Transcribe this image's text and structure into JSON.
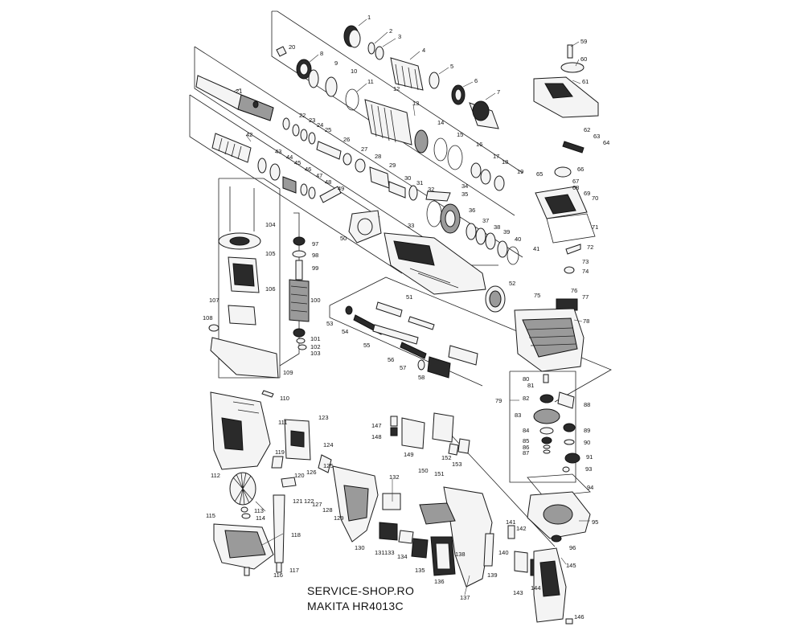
{
  "caption": {
    "line1": "SERVICE-SHOP.RO",
    "line2": "MAKITA HR4013C"
  },
  "callouts": [
    "1",
    "2",
    "3",
    "4",
    "5",
    "6",
    "7",
    "8",
    "9",
    "10",
    "11",
    "12",
    "13",
    "14",
    "15",
    "16",
    "17",
    "18",
    "19",
    "20",
    "21",
    "22",
    "23",
    "24",
    "25",
    "26",
    "27",
    "28",
    "29",
    "30",
    "31",
    "32",
    "33",
    "34",
    "35",
    "36",
    "37",
    "38",
    "39",
    "40",
    "41",
    "42",
    "43",
    "44",
    "45",
    "46",
    "47",
    "48",
    "49",
    "50",
    "51",
    "52",
    "53",
    "54",
    "55",
    "56",
    "57",
    "58",
    "59",
    "60",
    "61",
    "62",
    "63",
    "64",
    "65",
    "66",
    "67",
    "68",
    "69",
    "70",
    "71",
    "72",
    "73",
    "74",
    "75",
    "76",
    "77",
    "78",
    "79",
    "80",
    "81",
    "82",
    "83",
    "84",
    "85",
    "86",
    "87",
    "88",
    "89",
    "90",
    "91",
    "93",
    "94",
    "95",
    "96",
    "97",
    "98",
    "99",
    "100",
    "101",
    "102",
    "103",
    "104",
    "105",
    "106",
    "107",
    "108",
    "109",
    "110",
    "111",
    "112",
    "113",
    "114",
    "115",
    "116",
    "117",
    "118",
    "119",
    "120",
    "121",
    "122",
    "123",
    "124",
    "125",
    "126",
    "127",
    "128",
    "129",
    "130",
    "131",
    "132",
    "133",
    "134",
    "135",
    "136",
    "137",
    "138",
    "139",
    "140",
    "141",
    "142",
    "143",
    "144",
    "145",
    "146",
    "147",
    "148",
    "149",
    "150",
    "151",
    "152",
    "153"
  ]
}
